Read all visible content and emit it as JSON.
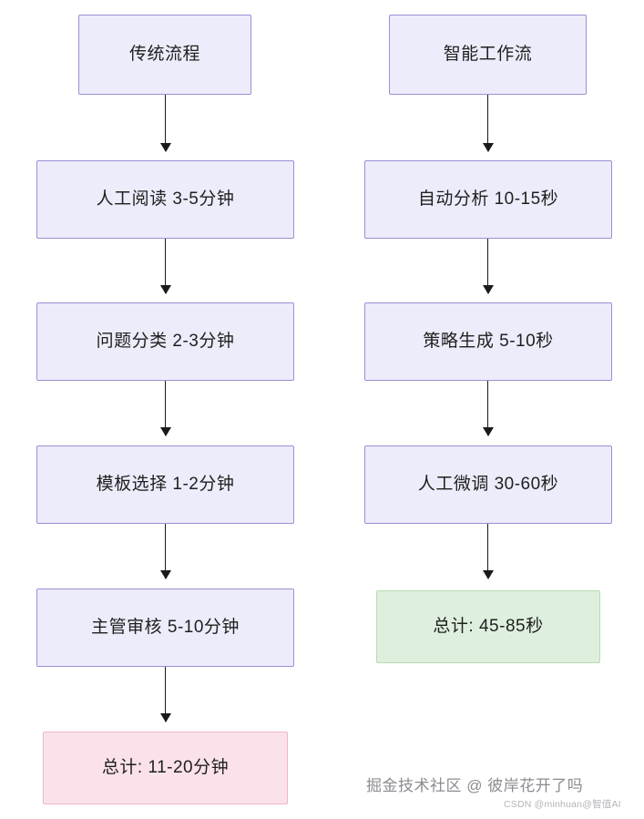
{
  "diagram": {
    "type": "flowchart",
    "columns": [
      {
        "id": "traditional",
        "nodes": [
          {
            "label": "传统流程",
            "style": "purple"
          },
          {
            "label": "人工阅读 3-5分钟",
            "style": "purple"
          },
          {
            "label": "问题分类 2-3分钟",
            "style": "purple"
          },
          {
            "label": "模板选择 1-2分钟",
            "style": "purple"
          },
          {
            "label": "主管审核 5-10分钟",
            "style": "purple"
          },
          {
            "label": "总计: 11-20分钟",
            "style": "pink"
          }
        ]
      },
      {
        "id": "intelligent",
        "nodes": [
          {
            "label": "智能工作流",
            "style": "purple"
          },
          {
            "label": "自动分析 10-15秒",
            "style": "purple"
          },
          {
            "label": "策略生成 5-10秒",
            "style": "purple"
          },
          {
            "label": "人工微调 30-60秒",
            "style": "purple"
          },
          {
            "label": "总计: 45-85秒",
            "style": "green"
          }
        ]
      }
    ],
    "colors": {
      "node_purple_fill": "#ececfb",
      "node_purple_border": "#9d8fd4",
      "node_pink_fill": "#fbe2ea",
      "node_pink_border": "#f0b6ca",
      "node_green_fill": "#def0dd",
      "node_green_border": "#b6dcb4",
      "arrow": "#1a1a1a",
      "background": "#ffffff"
    }
  },
  "watermark": {
    "main": "掘金技术社区 @ 彼岸花开了吗",
    "sub": "CSDN @minhuan@智值AI"
  }
}
